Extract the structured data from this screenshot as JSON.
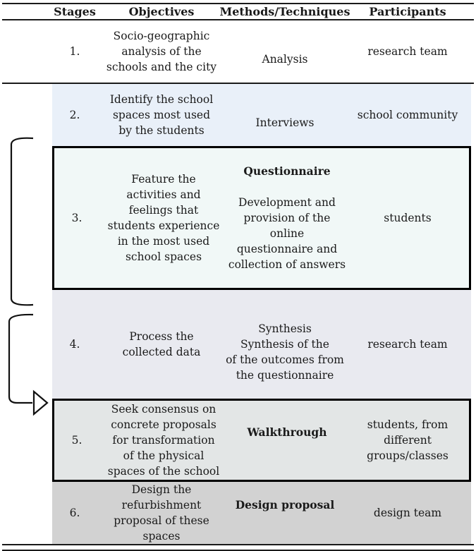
{
  "table": {
    "columns": {
      "stages": "Stages",
      "objectives": "Objectives",
      "methods": "Methods/Techniques",
      "participants": "Participants"
    },
    "rows": [
      {
        "stage": "1.",
        "objective": "Socio-geographic\nanalysis of the\nschools and the city",
        "method_title": "",
        "method_body": "Analysis",
        "participants": "research team",
        "bg": "#ffffff"
      },
      {
        "stage": "2.",
        "objective": "Identify the school\nspaces most used\nby the students",
        "method_title": "",
        "method_body": "Interviews",
        "participants": "school community",
        "bg": "#e9f0f9"
      },
      {
        "stage": "3.",
        "objective": "Feature the\nactivities and\nfeelings that\nstudents experience\nin the most used\nschool spaces",
        "method_title": "Questionnaire",
        "method_body": "Development and\nprovision of the online\nquestionnaire and\ncollection of answers",
        "participants": "students",
        "bg": "#f1f8f7"
      },
      {
        "stage": "4.",
        "objective": "Process the\ncollected data",
        "method_title": "",
        "method_body": "Synthesis\nSynthesis of the\nof the outcomes from\nthe questionnaire",
        "participants": "research team",
        "bg": "#e9eaf0"
      },
      {
        "stage": "5.",
        "objective": "Seek consensus on\nconcrete proposals\nfor transformation\nof the physical\nspaces of the school",
        "method_title": "Walkthrough",
        "method_body": "",
        "participants": "students, from\ndifferent\ngroups/classes",
        "bg": "#e3e6e6"
      },
      {
        "stage": "6.",
        "objective": "Design the\nrefurbishment\nproposal of these\nspaces",
        "method_title": "Design proposal",
        "method_body": "",
        "participants": "design team",
        "bg": "#d2d2d2"
      }
    ]
  },
  "figure": {
    "loop_back_arrow": "loop from stage 5 back to stage 3",
    "forward_arrow": "arrow from stage 5 to stage 6",
    "line_color": "#111111",
    "rule_color": "#1a1a1a"
  }
}
